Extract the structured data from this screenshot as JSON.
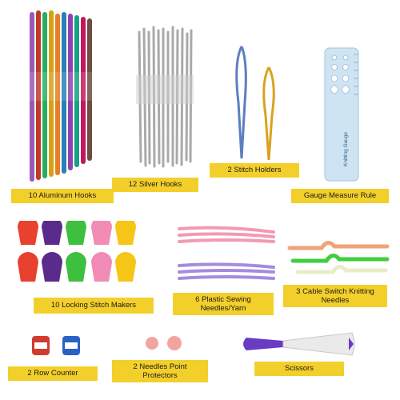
{
  "labels": {
    "aluminum_hooks": "10 Aluminum Hooks",
    "silver_hooks": "12 Silver Hooks",
    "stitch_holders": "2 Stitch Holders",
    "gauge_rule": "Gauge Measure Rule",
    "stitch_makers": "10 Locking Stitch Makers",
    "sewing_needles": "6 Plastic Sewing Needles/Yarn",
    "cable_needles": "3 Cable Switch Knitting Needles",
    "row_counter": "2 Row Counter",
    "point_protectors": "2 Needles Point Protectors",
    "scissors": "Scissors"
  },
  "gauge_text": "Knitting Gauge",
  "colors": {
    "label_bg": "#f3cf2b",
    "marker_colors": [
      "#e8412f",
      "#5a2a8c",
      "#3fbf3f",
      "#f28bb5",
      "#f5c518"
    ]
  }
}
